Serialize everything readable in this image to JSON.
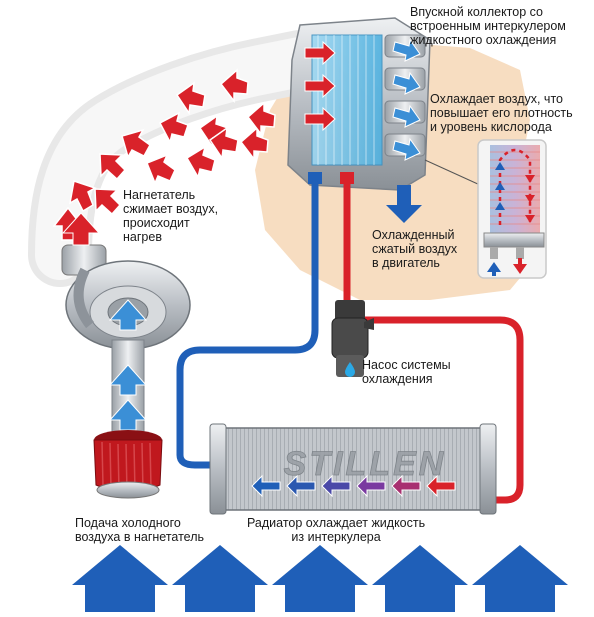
{
  "labels": {
    "intake_manifold": "Впускной коллектор со\nвстроенным интеркулером\nжидкостного охлаждения",
    "cools_air": "Охлаждает воздух, что\nповышает его плотность\nи уровень кислорода",
    "supercharger": "Нагнетатель\nсжимает воздух,\nпроисходит\nнагрев",
    "cooled_air": "Охлажденный\nсжатый воздух\nв двигатель",
    "pump": "Насос системы\nохлаждения",
    "cold_air_intake": "Подача холодного\nвоздуха в нагнетатель",
    "radiator": "Радиатор охлаждает жидкость\nиз интеркулера"
  },
  "brand": "STILLEN",
  "colors": {
    "hot": "#d9222a",
    "cold": "#1f5fb8",
    "engine_bg": "#f6d7b6",
    "metal": "#b9bec4",
    "filter": "#c0181e"
  },
  "icons": [
    "red-arrow-icon",
    "blue-arrow-icon",
    "water-drop-icon"
  ]
}
